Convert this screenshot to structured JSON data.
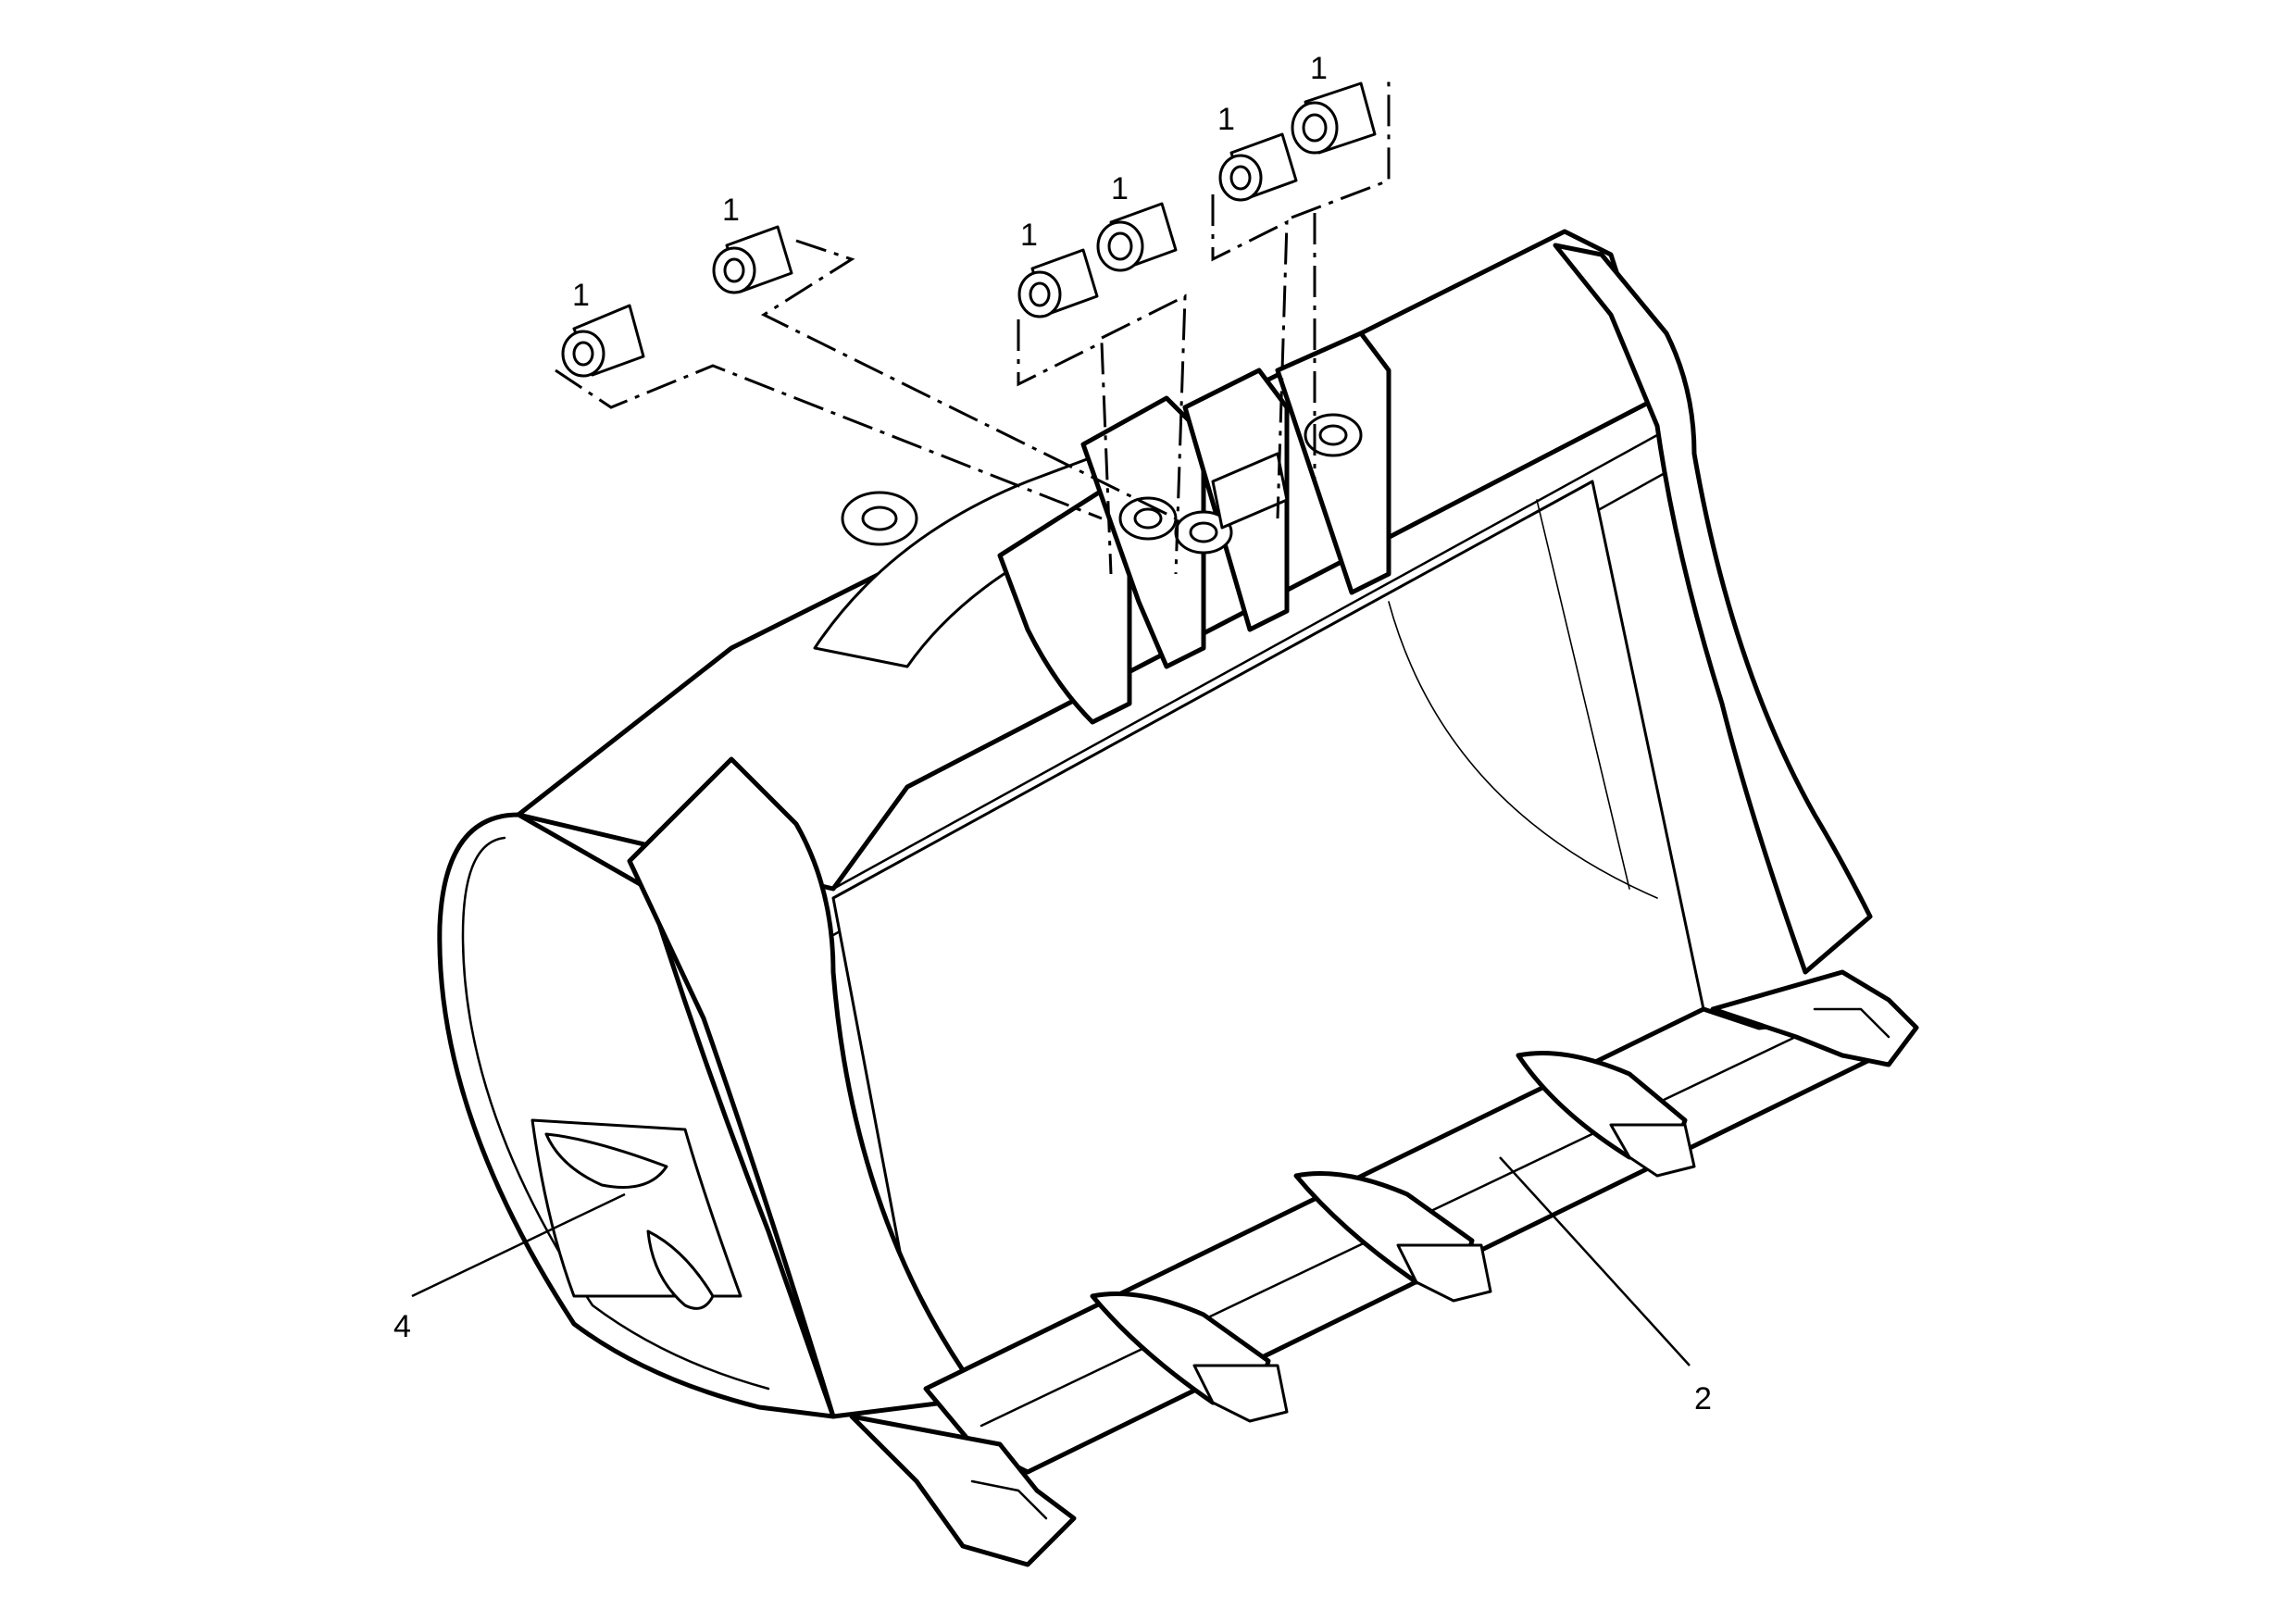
{
  "callouts": {
    "bushing_label": "1",
    "cutting_edge_label": "2",
    "side_plate_label": "4"
  },
  "colors": {
    "line": "#000000",
    "background": "#ffffff"
  }
}
